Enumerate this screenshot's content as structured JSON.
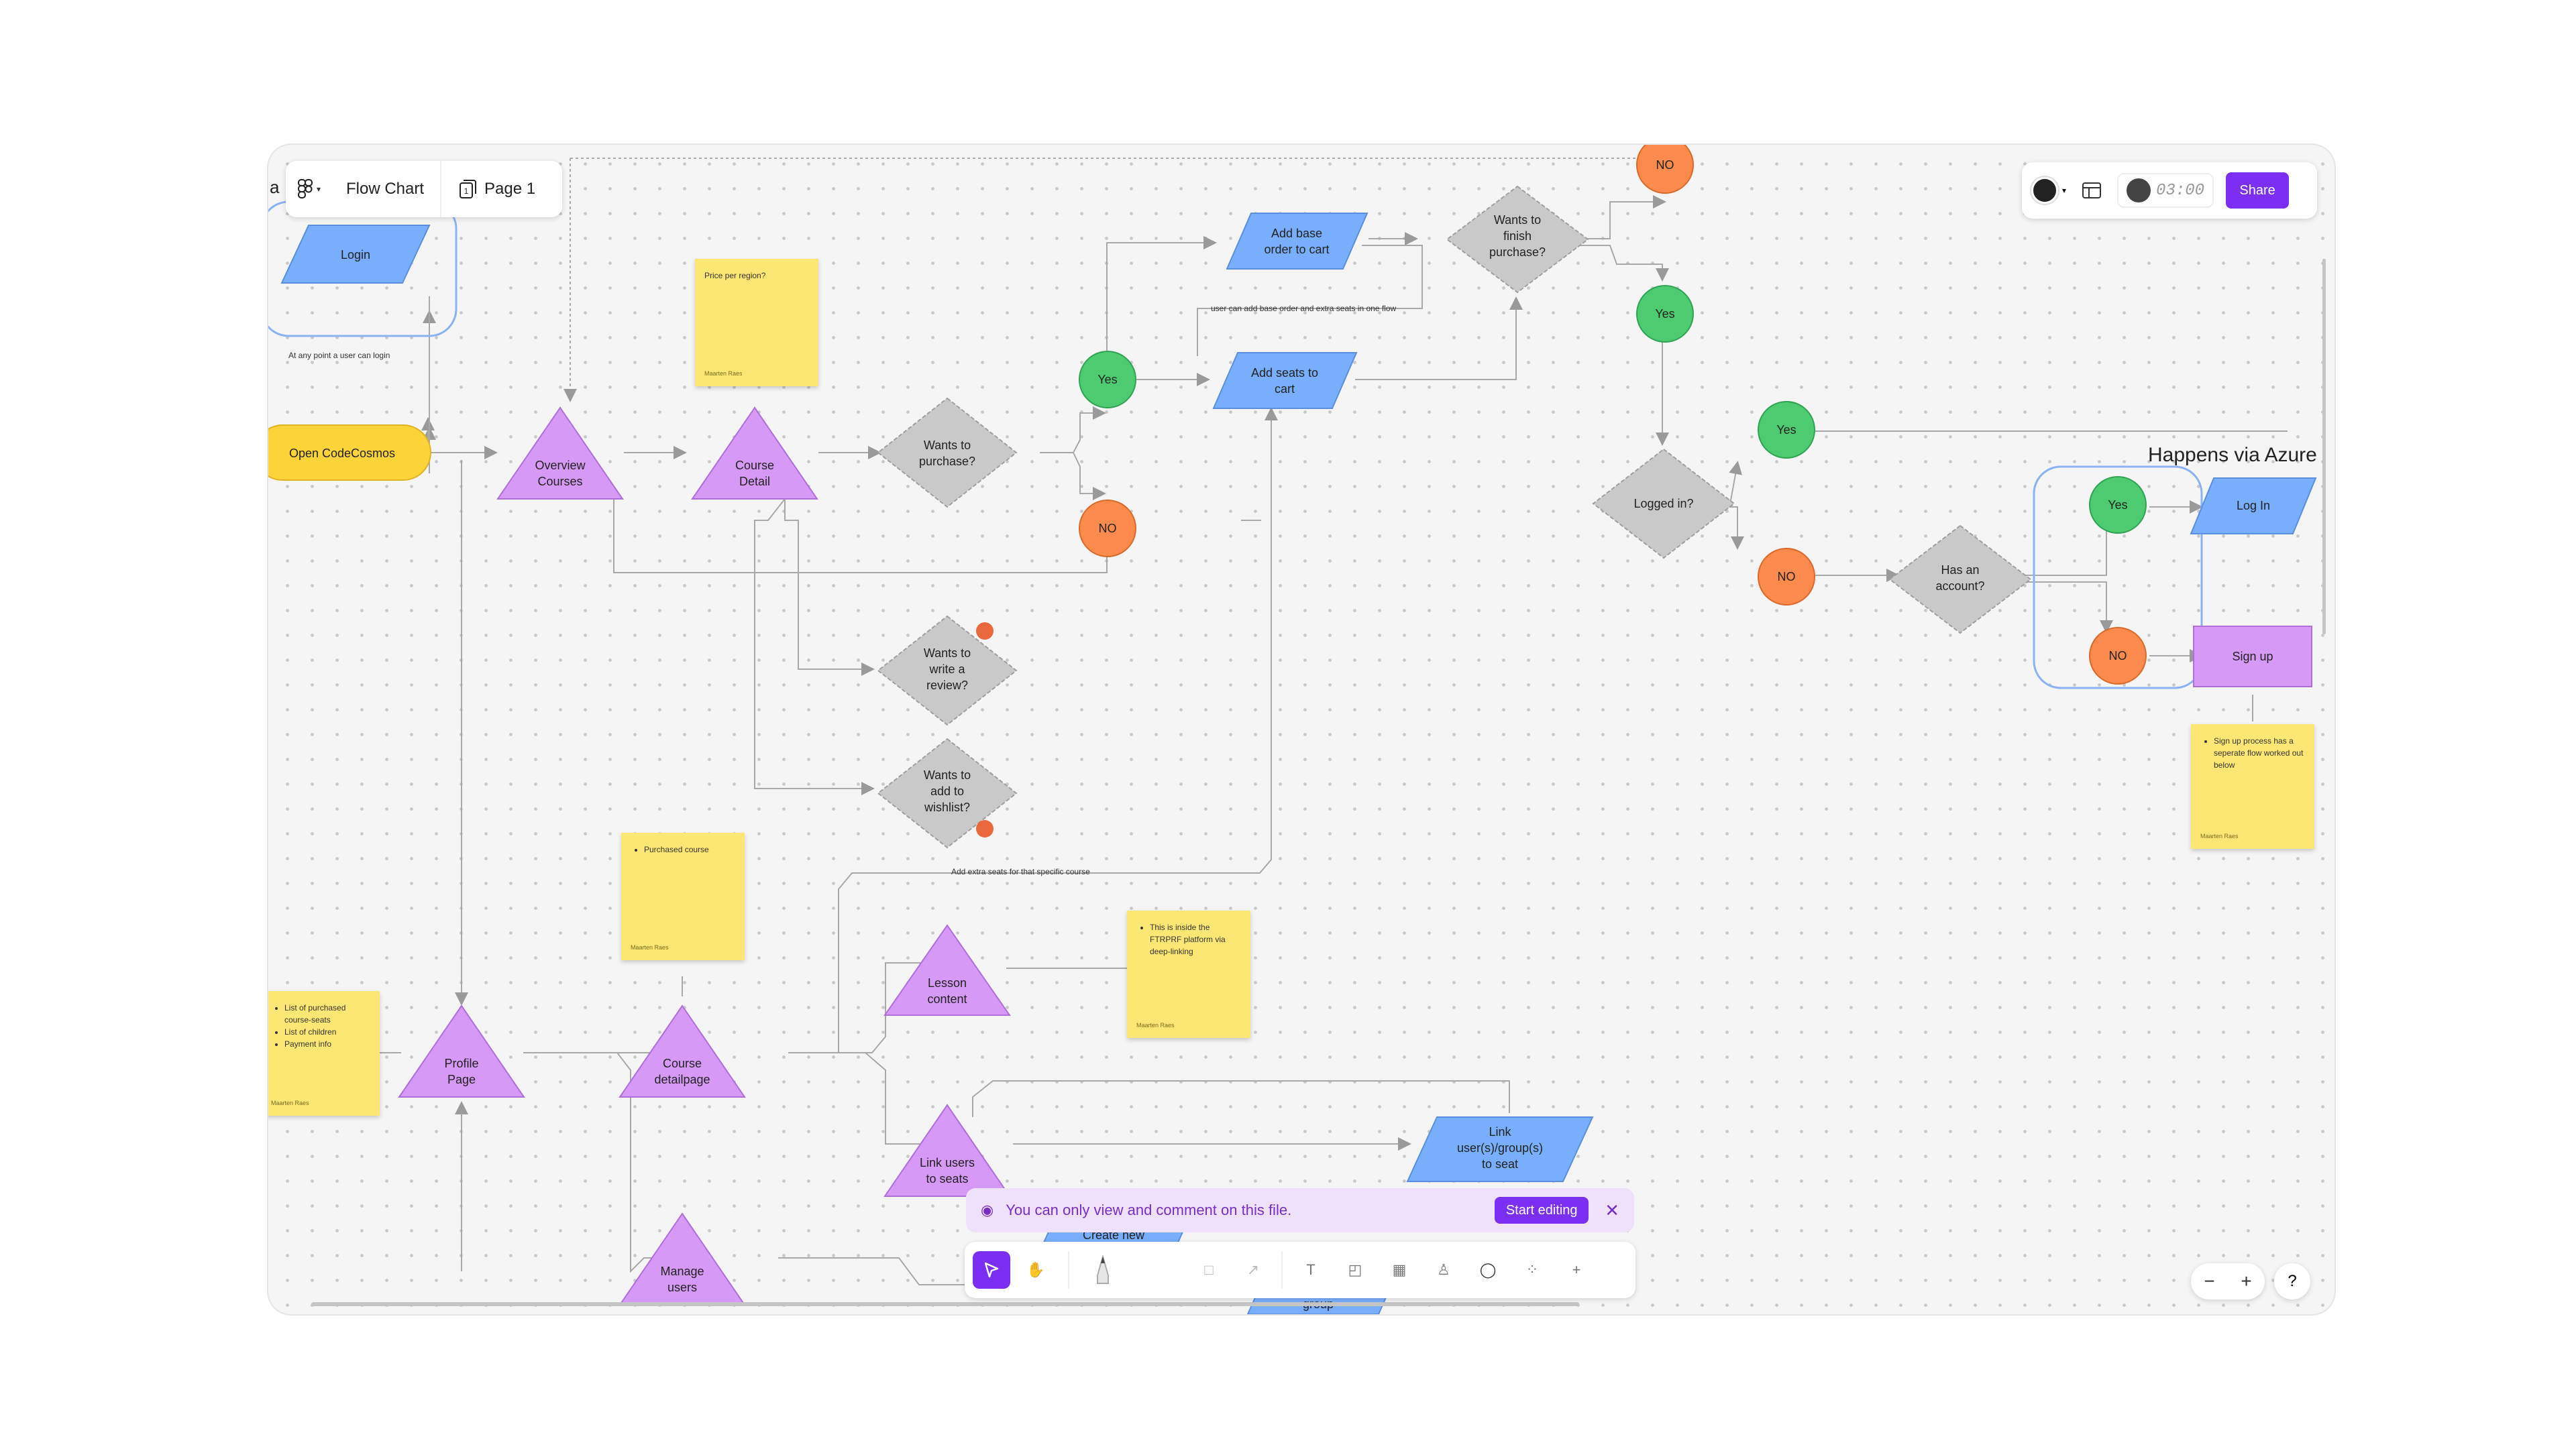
{
  "toolbar": {
    "file_name": "Flow Chart",
    "page_name": "Page 1",
    "share_label": "Share",
    "timer": "03:00",
    "icons": [
      "figma-menu-icon",
      "chevron-down-icon",
      "page-icon",
      "avatar-icon",
      "layout-icon"
    ]
  },
  "banner": {
    "message": "You can only view and comment on this file.",
    "start_editing": "Start editing"
  },
  "bottom_tools": [
    "move-tool",
    "hand-tool",
    "pen-tool",
    "shape-tool",
    "connector-tool",
    "text-tool",
    "section-tool",
    "table-tool",
    "stamp-tool",
    "comment-tool",
    "widgets-tool",
    "more-tool"
  ],
  "zoom": {
    "minus": "−",
    "plus": "+",
    "help": "?"
  },
  "canvas": {
    "heading_azure": "Happens via Azure",
    "left_edge_letter": "a",
    "labels": {
      "login": "Login",
      "any_point": "At any point a user can login",
      "open_app": "Open CodeCosmos",
      "overview_courses": [
        "Overview",
        "Courses"
      ],
      "course_detail": [
        "Course",
        "Detail"
      ],
      "wants_purchase": [
        "Wants to",
        "purchase?"
      ],
      "yes": "Yes",
      "no": "NO",
      "add_base": [
        "Add base",
        "order to cart"
      ],
      "add_seats": [
        "Add seats to",
        "cart"
      ],
      "base_extra_note": "user can add base order and extra seats in one flow",
      "wants_finish": [
        "Wants to",
        "finish",
        "purchase?"
      ],
      "logged_in": "Logged in?",
      "has_account": [
        "Has an",
        "account?"
      ],
      "log_in": "Log In",
      "sign_up": "Sign up",
      "wants_review": [
        "Wants to",
        "write a",
        "review?"
      ],
      "wants_wishlist": [
        "Wants to",
        "add to",
        "wishlist?"
      ],
      "extra_seats_note": "Add extra seats for that specific course",
      "lesson_content": [
        "Lesson",
        "content"
      ],
      "profile_page": [
        "Profile",
        "Page"
      ],
      "course_detailpage": [
        "Course",
        "detailpage"
      ],
      "link_users": [
        "Link users",
        "to seats"
      ],
      "link_groups": [
        "Link",
        "user(s)/group(s)",
        "to seat"
      ],
      "create_new": "Create new",
      "group": "group",
      "manage_users": [
        "Manage",
        "users"
      ]
    },
    "notes": {
      "price": {
        "text": "Price per region?",
        "author": "Maarten Raes"
      },
      "purchased": {
        "items": [
          "Purchased course"
        ],
        "author": "Maarten Raes"
      },
      "inside_platform": {
        "items": [
          "This is inside the FTRPRF platform via deep-linking"
        ],
        "author": "Maarten Raes"
      },
      "list_purchased": {
        "items": [
          "List of purchased course-seats",
          "List of children",
          "Payment info"
        ],
        "author": "Maarten Raes"
      },
      "signup_process": {
        "items": [
          "Sign up process has a seperate flow worked out below"
        ],
        "author": "Maarten Raes"
      }
    }
  },
  "colors": {
    "purple": "#d69af6",
    "blue": "#79aefc",
    "yellow": "#fdd33a",
    "green": "#4ecb71",
    "orange": "#fb8b4c",
    "grey": "#c9c9c9",
    "note": "#fde774",
    "accent": "#7b2ff2"
  }
}
